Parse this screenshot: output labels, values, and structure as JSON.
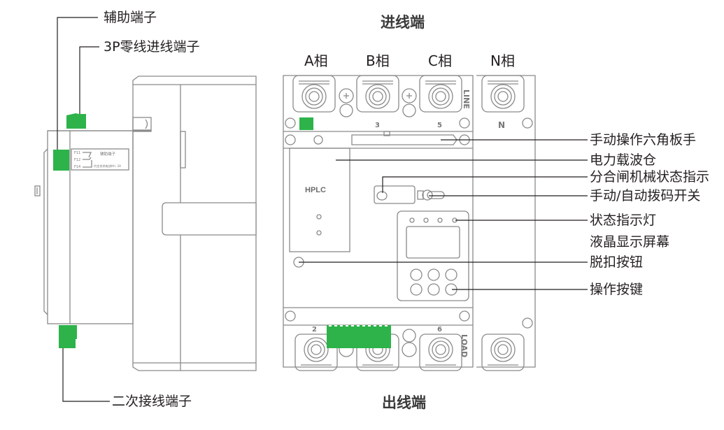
{
  "side_view": {
    "labels": {
      "aux_terminal": "辅助端子",
      "neutral_in_terminal": "3P零线进线端子",
      "secondary_terminal": "二次接线端子"
    },
    "aux_plate": {
      "pins": [
        "F11",
        "F12",
        "F14"
      ],
      "title": "辅助端子",
      "rating": "约定发热电流Ith: 3A"
    }
  },
  "front_view": {
    "top_title": "进线端",
    "bottom_title": "出线端",
    "phases": [
      "A相",
      "B相",
      "C相",
      "N相"
    ],
    "line_marks": [
      "3",
      "5",
      "N"
    ],
    "load_marks": [
      "2",
      "6"
    ],
    "line_text": "LINE",
    "load_text": "LOAD",
    "module_label": "HPLC"
  },
  "callouts": [
    {
      "name": "hex-wrench-label",
      "text": "手动操作六角板手"
    },
    {
      "name": "carrier-compartment-label",
      "text": "电力载波仓"
    },
    {
      "name": "mechanical-status-label",
      "text": "分合闸机械状态指示"
    },
    {
      "name": "dip-switch-label",
      "text": "手动/自动拨码开关"
    },
    {
      "name": "status-led-label",
      "text": "状态指示灯"
    },
    {
      "name": "lcd-screen-label",
      "text": "液晶显示屏幕"
    },
    {
      "name": "trip-button-label",
      "text": "脱扣按钮"
    },
    {
      "name": "operation-keys-label",
      "text": "操作按键"
    }
  ],
  "colors": {
    "terminal_green": "#2db34a",
    "outline_gray": "#8a8a8a",
    "leader_black": "#231f20"
  }
}
